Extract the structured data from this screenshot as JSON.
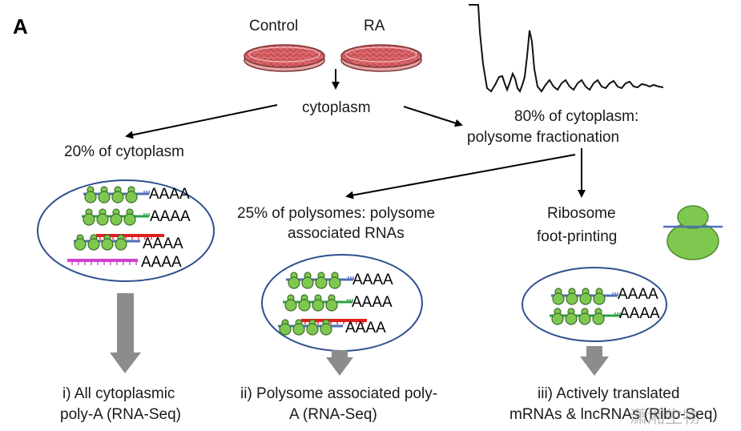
{
  "panel_label": "A",
  "dish_labels": [
    "Control",
    "RA"
  ],
  "steps": {
    "cytoplasm": "cytoplasm",
    "polysome_line1": "80% of cytoplasm:",
    "polysome_line2": "polysome fractionation",
    "total_cyto": "20% of cytoplasm",
    "poly25_line1": "25% of polysomes:  polysome",
    "poly25_line2": "associated RNAs",
    "ribo_line1": "Ribosome",
    "ribo_line2": "foot-printing"
  },
  "polya_tail": "AAAA",
  "outputs": [
    {
      "line1": "i) All cytoplasmic",
      "line2": "poly-A (RNA-Seq)"
    },
    {
      "line1": "ii) Polysome associated poly-",
      "line2": "A (RNA-Seq)"
    },
    {
      "line1": "iii) Actively translated",
      "line2": "mRNAs & lncRNAs (Ribo-Seq)"
    }
  ],
  "watermark": "潇湘生物",
  "colors": {
    "dish_fill": "#d9666a",
    "ellipse_stroke": "#2f4f8f",
    "ribosome": "#7ec850",
    "rna_blue": "#4f6fb8",
    "rna_green": "#2aa04a",
    "rna_red": "#e02020",
    "rna_magenta": "#d040d0",
    "gray_arrow": "#8c8c8c"
  }
}
